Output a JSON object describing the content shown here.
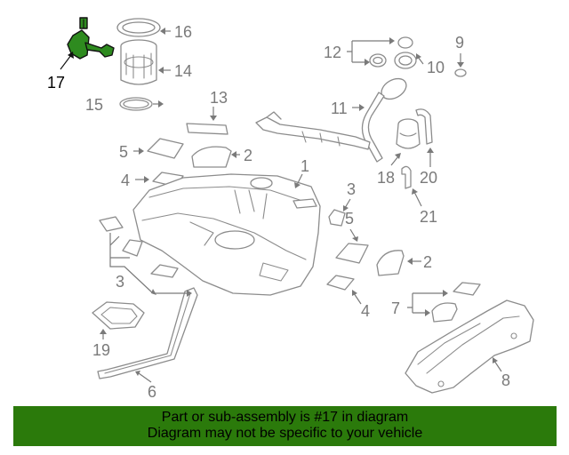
{
  "diagram": {
    "highlight_color": "#2e8b1f",
    "highlighted_part": "17",
    "callouts": [
      {
        "id": "c1",
        "label": "1"
      },
      {
        "id": "c2a",
        "label": "2"
      },
      {
        "id": "c2b",
        "label": "2"
      },
      {
        "id": "c3a",
        "label": "3"
      },
      {
        "id": "c3b",
        "label": "3"
      },
      {
        "id": "c4a",
        "label": "4"
      },
      {
        "id": "c4b",
        "label": "4"
      },
      {
        "id": "c5a",
        "label": "5"
      },
      {
        "id": "c5b",
        "label": "5"
      },
      {
        "id": "c6",
        "label": "6"
      },
      {
        "id": "c7",
        "label": "7"
      },
      {
        "id": "c8",
        "label": "8"
      },
      {
        "id": "c9",
        "label": "9"
      },
      {
        "id": "c10",
        "label": "10"
      },
      {
        "id": "c11",
        "label": "11"
      },
      {
        "id": "c12",
        "label": "12"
      },
      {
        "id": "c13",
        "label": "13"
      },
      {
        "id": "c14",
        "label": "14"
      },
      {
        "id": "c15",
        "label": "15"
      },
      {
        "id": "c16",
        "label": "16"
      },
      {
        "id": "c17",
        "label": "17"
      },
      {
        "id": "c18",
        "label": "18"
      },
      {
        "id": "c19",
        "label": "19"
      },
      {
        "id": "c20",
        "label": "20"
      },
      {
        "id": "c21",
        "label": "21"
      }
    ]
  },
  "footer": {
    "background": "#2b7a0b",
    "line1": "Part or sub-assembly is #17 in diagram",
    "line2": "Diagram may not be specific to your vehicle"
  }
}
